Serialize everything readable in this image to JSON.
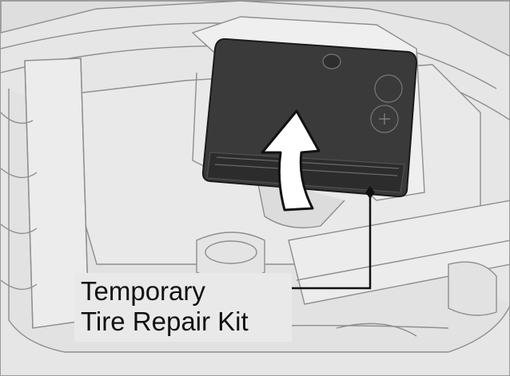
{
  "callout": {
    "line1": "Temporary",
    "line2": "Tire Repair Kit"
  },
  "icons": {
    "arrow": "curved-lift-arrow-icon",
    "pointer": "callout-pointer-dot"
  },
  "colors": {
    "background": "#e6e6e6",
    "kit_body": "#3a3a3a",
    "outline": "#1a1a1a",
    "arrow_fill": "#ffffff"
  }
}
